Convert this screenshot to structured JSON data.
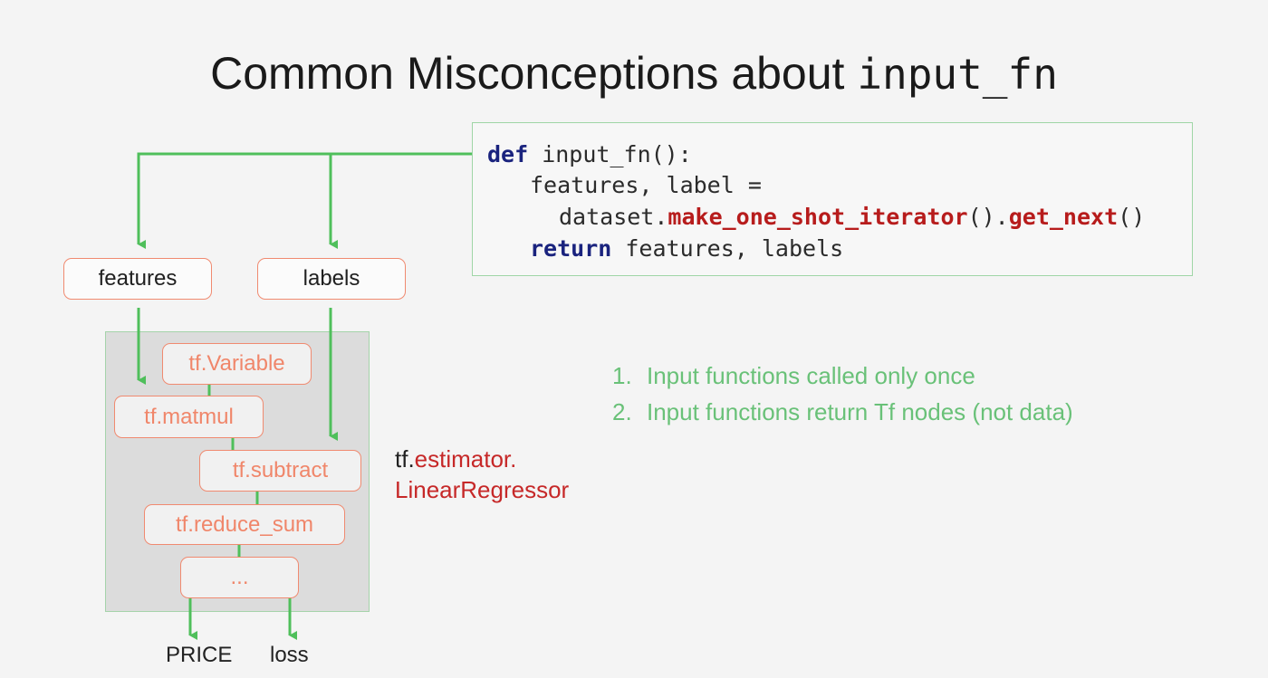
{
  "title": {
    "text": "Common Misconceptions about ",
    "code": "input_fn"
  },
  "code": {
    "line1": {
      "kw": "def",
      "rest": " input_fn():"
    },
    "line2": "features, label =",
    "line3": {
      "pre": "dataset.",
      "fn1": "make_one_shot_iterator",
      "mid": "().",
      "fn2": "get_next",
      "post": "()"
    },
    "line4": {
      "kw": "return",
      "rest": " features, labels"
    }
  },
  "inputs": {
    "features": "features",
    "labels": "labels"
  },
  "graph_nodes": {
    "variable": "tf.Variable",
    "matmul": "tf.matmul",
    "subtract": "tf.subtract",
    "reduce_sum": "tf.reduce_sum",
    "ellipsis": "..."
  },
  "outputs": {
    "price": "PRICE",
    "loss": "loss"
  },
  "estimator": {
    "prefix": "tf.",
    "part1": "estimator.",
    "part2": "LinearRegressor"
  },
  "misconceptions": [
    {
      "num": "1.",
      "text": "Input functions called only once"
    },
    {
      "num": "2.",
      "text": "Input functions return Tf nodes (not data)"
    }
  ],
  "colors": {
    "arrow_green": "#4fbf5b",
    "node_orange": "#f08a70",
    "keyword_navy": "#1a237e",
    "function_red": "#b71c1c"
  }
}
